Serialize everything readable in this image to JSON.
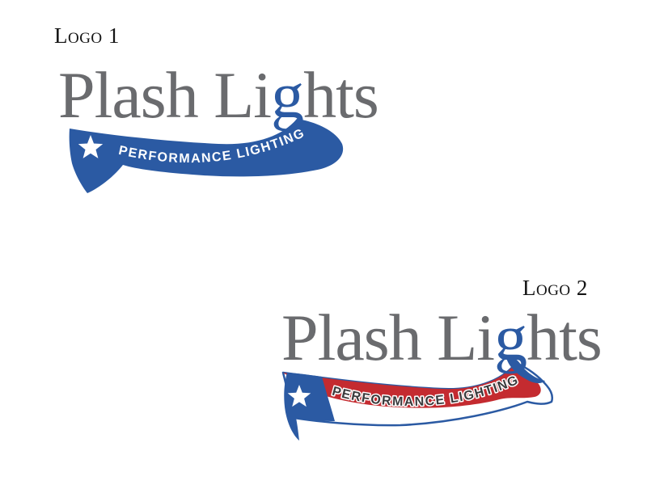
{
  "captions": {
    "logo1": "Logo 1",
    "logo2": "Logo 2"
  },
  "brand": {
    "wordmark_pre": "Plash Li",
    "wordmark_g": "g",
    "wordmark_post": "hts"
  },
  "logo1": {
    "tagline": "PERFORMANCE LIGHTING",
    "star_icon": "star-icon",
    "colors": {
      "wordmark_gray": "#6A6B6E",
      "ribbon_blue": "#2B5AA3",
      "star_white": "#FFFFFF",
      "tagline_white": "#FFFFFF"
    }
  },
  "logo2": {
    "tagline": "PERFORMANCE LIGHTING",
    "star_icon": "star-icon",
    "colors": {
      "wordmark_gray": "#6A6B6E",
      "ribbon_blue": "#2B5AA3",
      "ribbon_red": "#C42B30",
      "ribbon_white": "#FFFFFF",
      "star_white": "#FFFFFF",
      "tagline_dark": "#3A3A3C"
    }
  }
}
